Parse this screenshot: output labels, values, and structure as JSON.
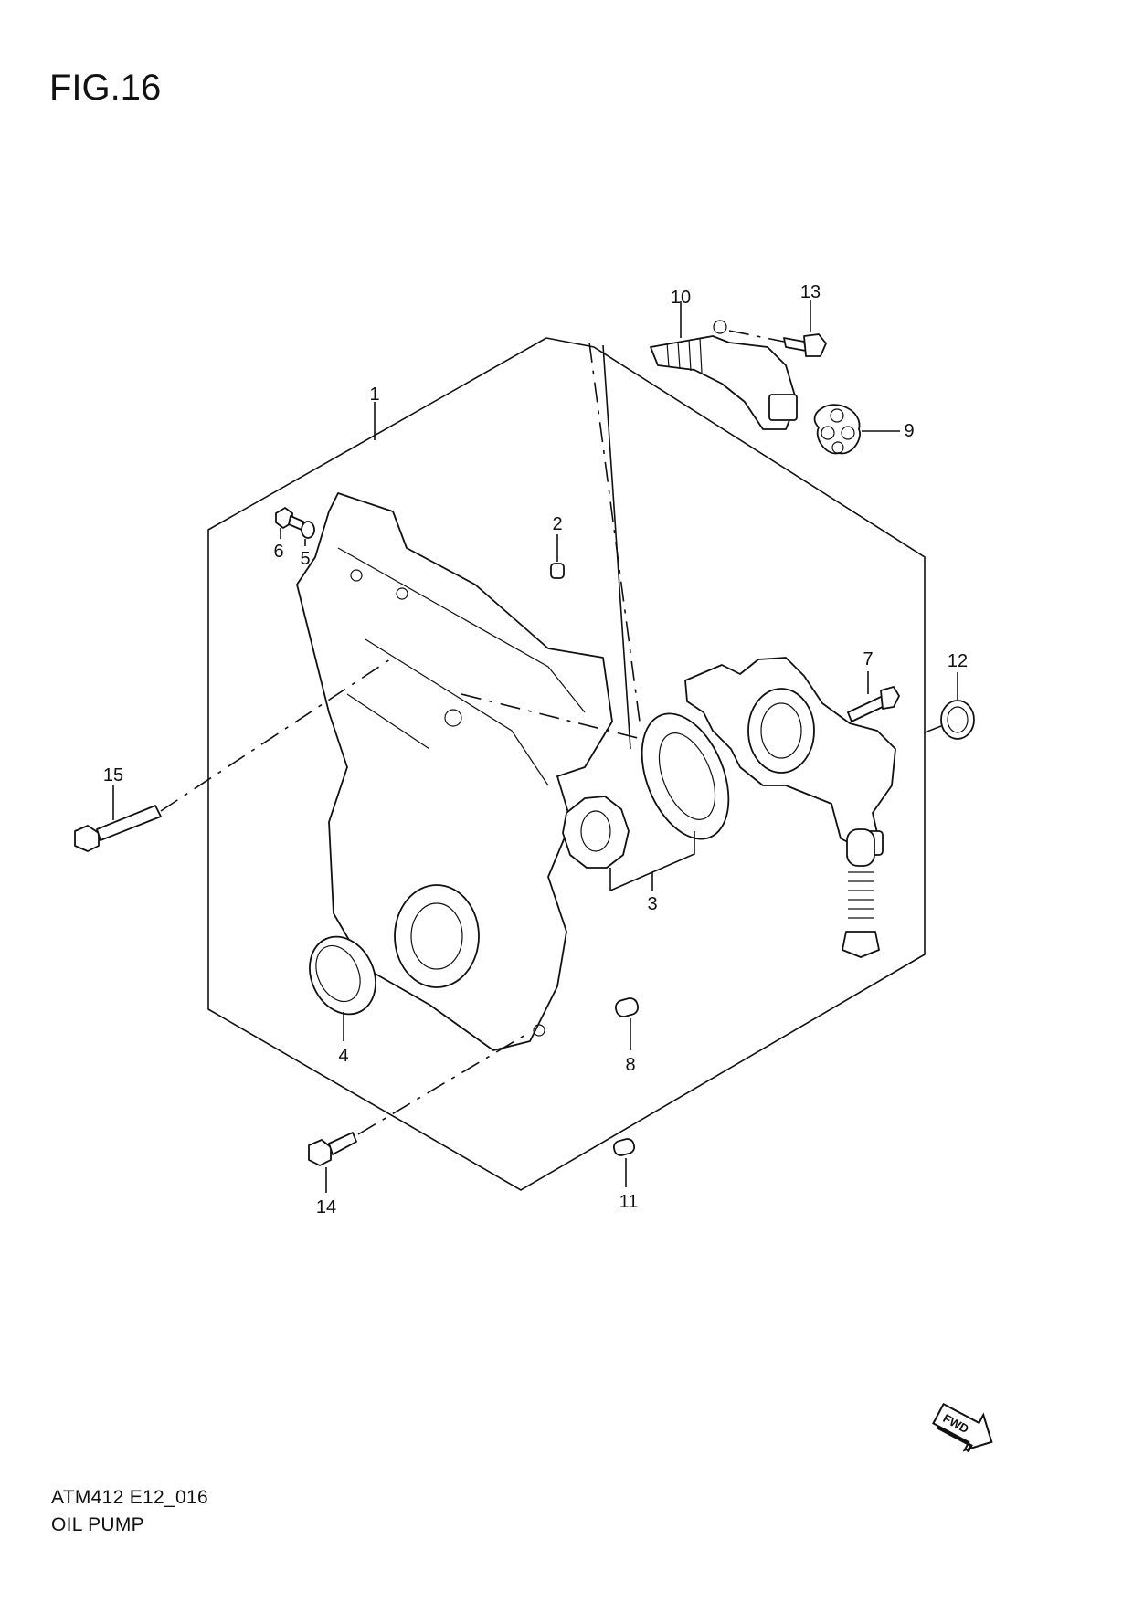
{
  "figure": {
    "title": "FIG.16",
    "code": "ATM412 E12_016",
    "name": "OIL PUMP"
  },
  "callouts": [
    {
      "id": "1",
      "label": "1"
    },
    {
      "id": "2",
      "label": "2"
    },
    {
      "id": "3",
      "label": "3"
    },
    {
      "id": "4",
      "label": "4"
    },
    {
      "id": "5",
      "label": "5"
    },
    {
      "id": "6",
      "label": "6"
    },
    {
      "id": "7",
      "label": "7"
    },
    {
      "id": "8",
      "label": "8"
    },
    {
      "id": "9",
      "label": "9"
    },
    {
      "id": "10",
      "label": "10"
    },
    {
      "id": "11",
      "label": "11"
    },
    {
      "id": "12",
      "label": "12"
    },
    {
      "id": "13",
      "label": "13"
    },
    {
      "id": "14",
      "label": "14"
    },
    {
      "id": "15",
      "label": "15"
    }
  ],
  "direction_badge": "FWD"
}
